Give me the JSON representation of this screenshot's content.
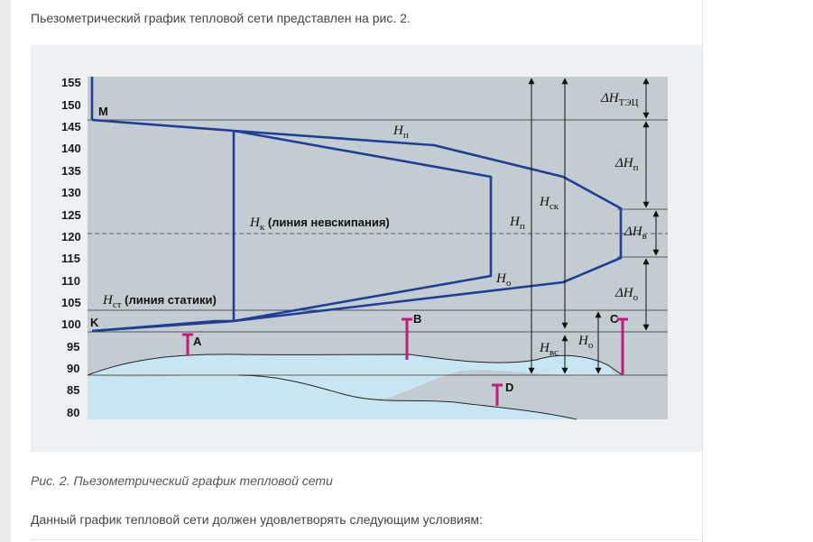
{
  "intro_text": "Пьезометрический график тепловой сети представлен на рис. 2.",
  "caption": "Рис. 2. Пьезометрический график тепловой сети",
  "outro_text": "Данный график тепловой сети должен удовлетворять следующим условиям:",
  "diagram": {
    "y_ticks": [
      "155",
      "150",
      "145",
      "140",
      "135",
      "130",
      "125",
      "120",
      "115",
      "110",
      "105",
      "100",
      "95",
      "90",
      "85",
      "80"
    ],
    "points": {
      "M": "M",
      "K": "K",
      "A": "A",
      "B": "B",
      "C": "C",
      "D": "D"
    },
    "labels": {
      "hp_line": {
        "main": "H",
        "sub": "п"
      },
      "hk_line": {
        "main": "H",
        "sub": "к",
        "rest": " (линия невскипания)"
      },
      "hst_line": {
        "main": "H",
        "sub": "ст",
        "rest": " (линия статики)"
      },
      "ho_line": {
        "main": "H",
        "sub": "о"
      },
      "hsk": {
        "main": "H",
        "sub": "ск"
      },
      "hp_vert": {
        "main": "H",
        "sub": "п"
      },
      "hvs": {
        "main": "H",
        "sub": "вс"
      },
      "ho_vert": {
        "main": "H",
        "sub": "о"
      },
      "d_htec": {
        "main": "ΔH",
        "sub": "ТЭЦ"
      },
      "d_hp": {
        "main": "ΔH",
        "sub": "п"
      },
      "d_hv": {
        "main": "ΔH",
        "sub": "в"
      },
      "d_ho": {
        "main": "ΔH",
        "sub": "о"
      }
    },
    "colors": {
      "plot_bg": "#c3ccd1",
      "line": "#1f3f96",
      "ground": "#c8e6f2",
      "marker": "#c41a7c",
      "panel": "#eef1f3"
    }
  }
}
